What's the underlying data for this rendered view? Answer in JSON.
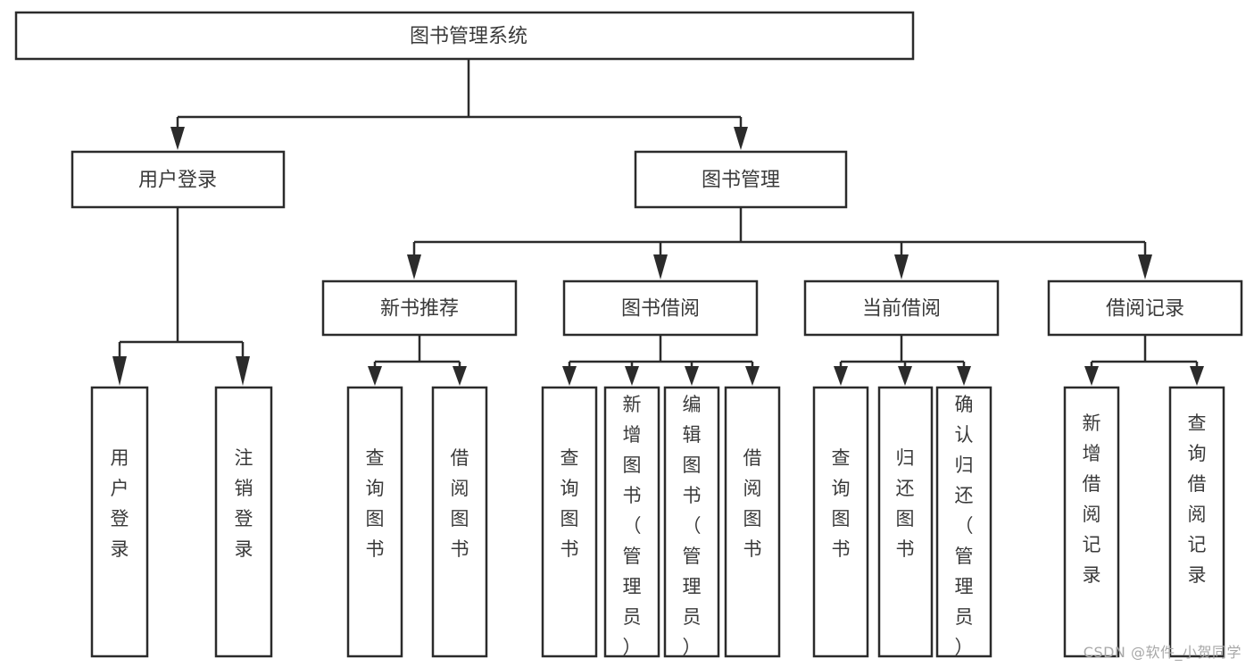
{
  "diagram": {
    "type": "tree-hierarchy",
    "title": "图书管理系统",
    "watermark": "CSDN @软件_小贺同学",
    "colors": {
      "stroke": "#2b2b2b",
      "box_fill": "#ffffff",
      "text": "#3a3a3a",
      "background": "#ffffff",
      "watermark": "#a8a8a8"
    },
    "root": {
      "label": "图书管理系统"
    },
    "level2": [
      {
        "label": "用户登录"
      },
      {
        "label": "图书管理"
      }
    ],
    "level3": [
      {
        "label": "新书推荐"
      },
      {
        "label": "图书借阅"
      },
      {
        "label": "当前借阅"
      },
      {
        "label": "借阅记录"
      }
    ],
    "leaves": {
      "user_login": [
        {
          "label": "用户登录"
        },
        {
          "label": "注销登录"
        }
      ],
      "new_book_recommend": [
        {
          "label": "查询图书"
        },
        {
          "label": "借阅图书"
        }
      ],
      "book_borrow": [
        {
          "label": "查询图书"
        },
        {
          "label": "新增图书（管理员）"
        },
        {
          "label": "编辑图书（管理员）"
        },
        {
          "label": "借阅图书"
        }
      ],
      "current_borrow": [
        {
          "label": "查询图书"
        },
        {
          "label": "归还图书"
        },
        {
          "label": "确认归还（管理员）"
        }
      ],
      "borrow_record": [
        {
          "label": "新增借阅记录"
        },
        {
          "label": "查询借阅记录"
        }
      ]
    }
  }
}
